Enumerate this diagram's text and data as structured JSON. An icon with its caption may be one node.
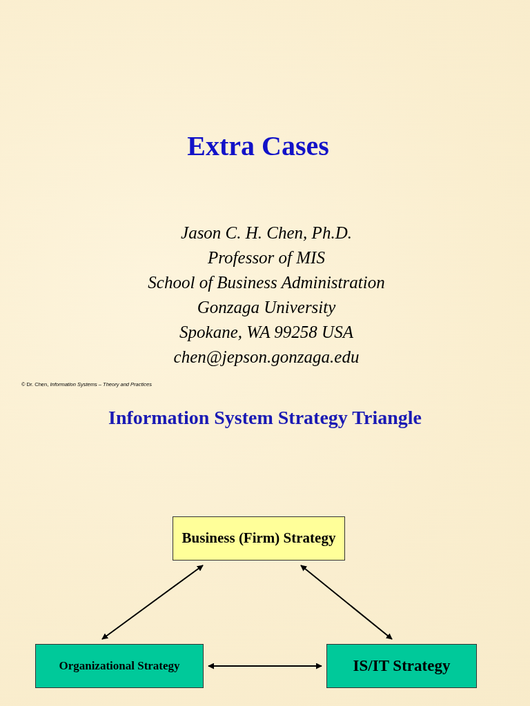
{
  "diagram": {
    "title": "Extra Cases",
    "nodes": [
      {
        "text": [
          "Business (Firm) Strategy"
        ]
      },
      {
        "text": [
          "Organizational Strategy"
        ]
      },
      {
        "text": [
          "IS/IT Strategy"
        ]
      }
    ],
    "edges": [
      {
        "from": 0,
        "to": 1,
        "arrow": "both"
      },
      {
        "from": 0,
        "to": 2,
        "arrow": "both"
      },
      {
        "from": 1,
        "to": 2,
        "arrow": "both"
      }
    ],
    "labels": [
      "Jason C. H. Chen, Ph.D.",
      "Professor of MIS",
      "School of Business Administration",
      "Gonzaga University",
      "Spokane, WA 99258 USA",
      "chen@jepson.gonzaga.edu",
      "© Dr. Chen, *Information Systems – Theory and Practices*",
      "Information System Strategy Triangle"
    ]
  }
}
